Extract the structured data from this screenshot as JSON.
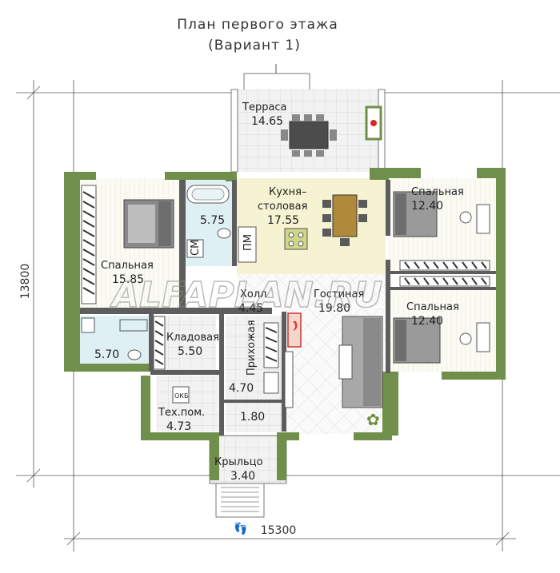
{
  "title": {
    "line1": "План первого этажа",
    "line2": "(Вариант 1)"
  },
  "watermark": "ALFAPLAN.RU",
  "dimensions": {
    "width": "15300",
    "height": "13800"
  },
  "rooms": {
    "terrace": {
      "name": "Терраса",
      "area": "14.65"
    },
    "kitchen": {
      "name1": "Кухня–",
      "name2": "столовая",
      "area": "17.55"
    },
    "bath": {
      "area": "5.75"
    },
    "bedroom1": {
      "name": "Спальная",
      "area": "15.85"
    },
    "bedroom2": {
      "name": "Спальная",
      "area": "12.40"
    },
    "bedroom3": {
      "name": "Спальная",
      "area": "12.40"
    },
    "hall": {
      "name": "Холл",
      "area": "4.45"
    },
    "living": {
      "name": "Гостиная",
      "area": "19.80"
    },
    "wc": {
      "area": "5.70"
    },
    "storage": {
      "name": "Кладовая",
      "area": "5.50"
    },
    "entry": {
      "name": "Прихожая",
      "area": "4.70"
    },
    "vestibule": {
      "area": "1.80"
    },
    "tech": {
      "name": "Тех.пом.",
      "area": "4.73"
    },
    "porch": {
      "name": "Крыльцо",
      "area": "3.40"
    }
  },
  "fixtures": {
    "washer": "СМ",
    "dishwasher": "ПМ",
    "boiler": "ОКБ"
  },
  "colors": {
    "wall": "#6f8f4a",
    "bath_floor": "#dff0f5",
    "kitchen_floor": "#f6f3d2",
    "tile_floor": "#eeeeee"
  }
}
